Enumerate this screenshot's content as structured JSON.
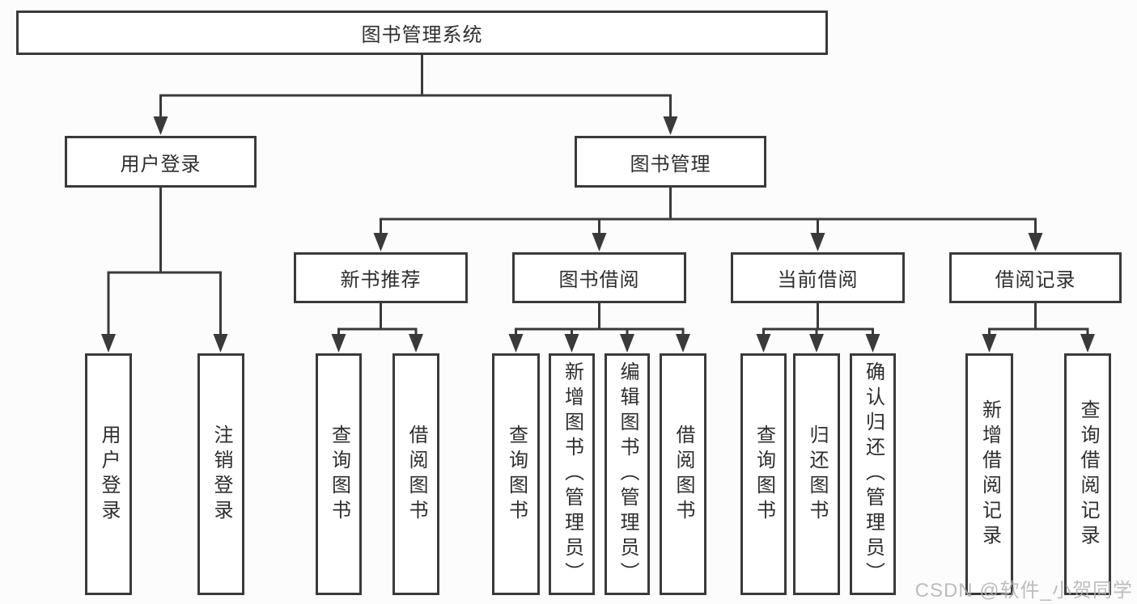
{
  "colors": {
    "background": "#fcfcfc",
    "box_background": "#ffffff",
    "line_and_border": "#3a3a3a",
    "text": "#2e2e2e",
    "watermark": "#b2b2b2"
  },
  "watermark": {
    "text": "CSDN @软件_小贺同学"
  },
  "tree": {
    "label": "图书管理系统",
    "children": [
      {
        "label": "用户登录",
        "children": [
          {
            "label": "用户登录"
          },
          {
            "label": "注销登录"
          }
        ]
      },
      {
        "label": "图书管理",
        "children": [
          {
            "label": "新书推荐",
            "children": [
              {
                "label": "查询图书"
              },
              {
                "label": "借阅图书"
              }
            ]
          },
          {
            "label": "图书借阅",
            "children": [
              {
                "label": "查询图书"
              },
              {
                "label": "新增图书（管理员）"
              },
              {
                "label": "编辑图书（管理员）"
              },
              {
                "label": "借阅图书"
              }
            ]
          },
          {
            "label": "当前借阅",
            "children": [
              {
                "label": "查询图书"
              },
              {
                "label": "归还图书"
              },
              {
                "label": "确认归还（管理员）"
              }
            ]
          },
          {
            "label": "借阅记录",
            "children": [
              {
                "label": "新增借阅记录"
              },
              {
                "label": "查询借阅记录"
              }
            ]
          }
        ]
      }
    ]
  }
}
